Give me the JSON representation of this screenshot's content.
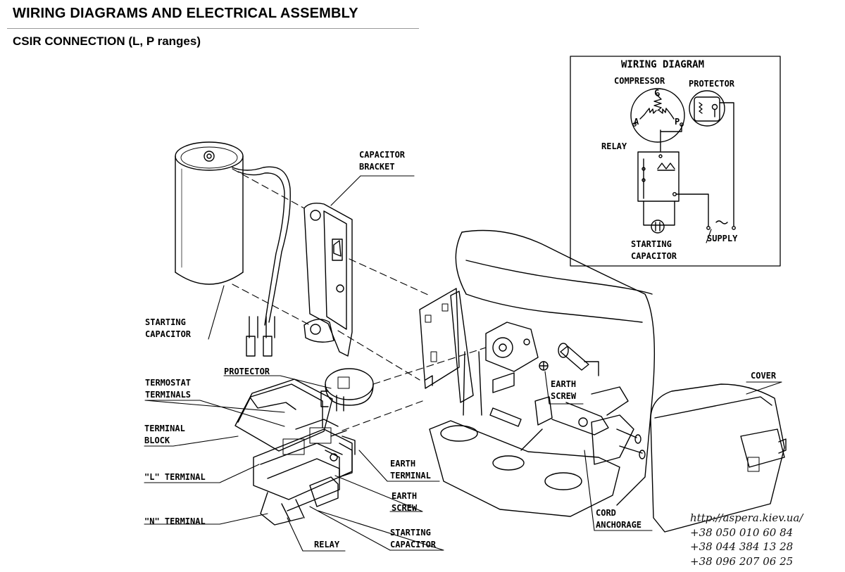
{
  "header": {
    "title": "WIRING DIAGRAMS AND ELECTRICAL ASSEMBLY",
    "subtitle": "CSIR CONNECTION (L, P ranges)"
  },
  "wiring_diagram": {
    "title": "WIRING DIAGRAM",
    "compressor": "COMPRESSOR",
    "protector": "PROTECTOR",
    "relay": "RELAY",
    "terminal_c": "C",
    "terminal_a": "A",
    "terminal_p": "P",
    "starting_capacitor": [
      "STARTING",
      "CAPACITOR"
    ],
    "supply": "SUPPLY"
  },
  "labels": {
    "capacitor_bracket": [
      "CAPACITOR",
      "BRACKET"
    ],
    "starting_capacitor_top": [
      "STARTING",
      "CAPACITOR"
    ],
    "protector": "PROTECTOR",
    "termostat_terminals": [
      "TERMOSTAT",
      "TERMINALS"
    ],
    "terminal_block": [
      "TERMINAL",
      "BLOCK"
    ],
    "l_terminal": "\"L\" TERMINAL",
    "n_terminal": "\"N\" TERMINAL",
    "relay": "RELAY",
    "earth_terminal": [
      "EARTH",
      "TERMINAL"
    ],
    "earth_screw_left": [
      "EARTH",
      "SCREW"
    ],
    "starting_capacitor_bottom": [
      "STARTING",
      "CAPACITOR"
    ],
    "earth_screw_right": [
      "EARTH",
      "SCREW"
    ],
    "cord_anchorage": [
      "CORD",
      "ANCHORAGE"
    ],
    "cover": "COVER"
  },
  "contact": {
    "url": "http://aspera.kiev.ua/",
    "phones": [
      "+38 050 010 60 84",
      "+38 044 384 13 28",
      "+38 096 207 06 25"
    ]
  }
}
